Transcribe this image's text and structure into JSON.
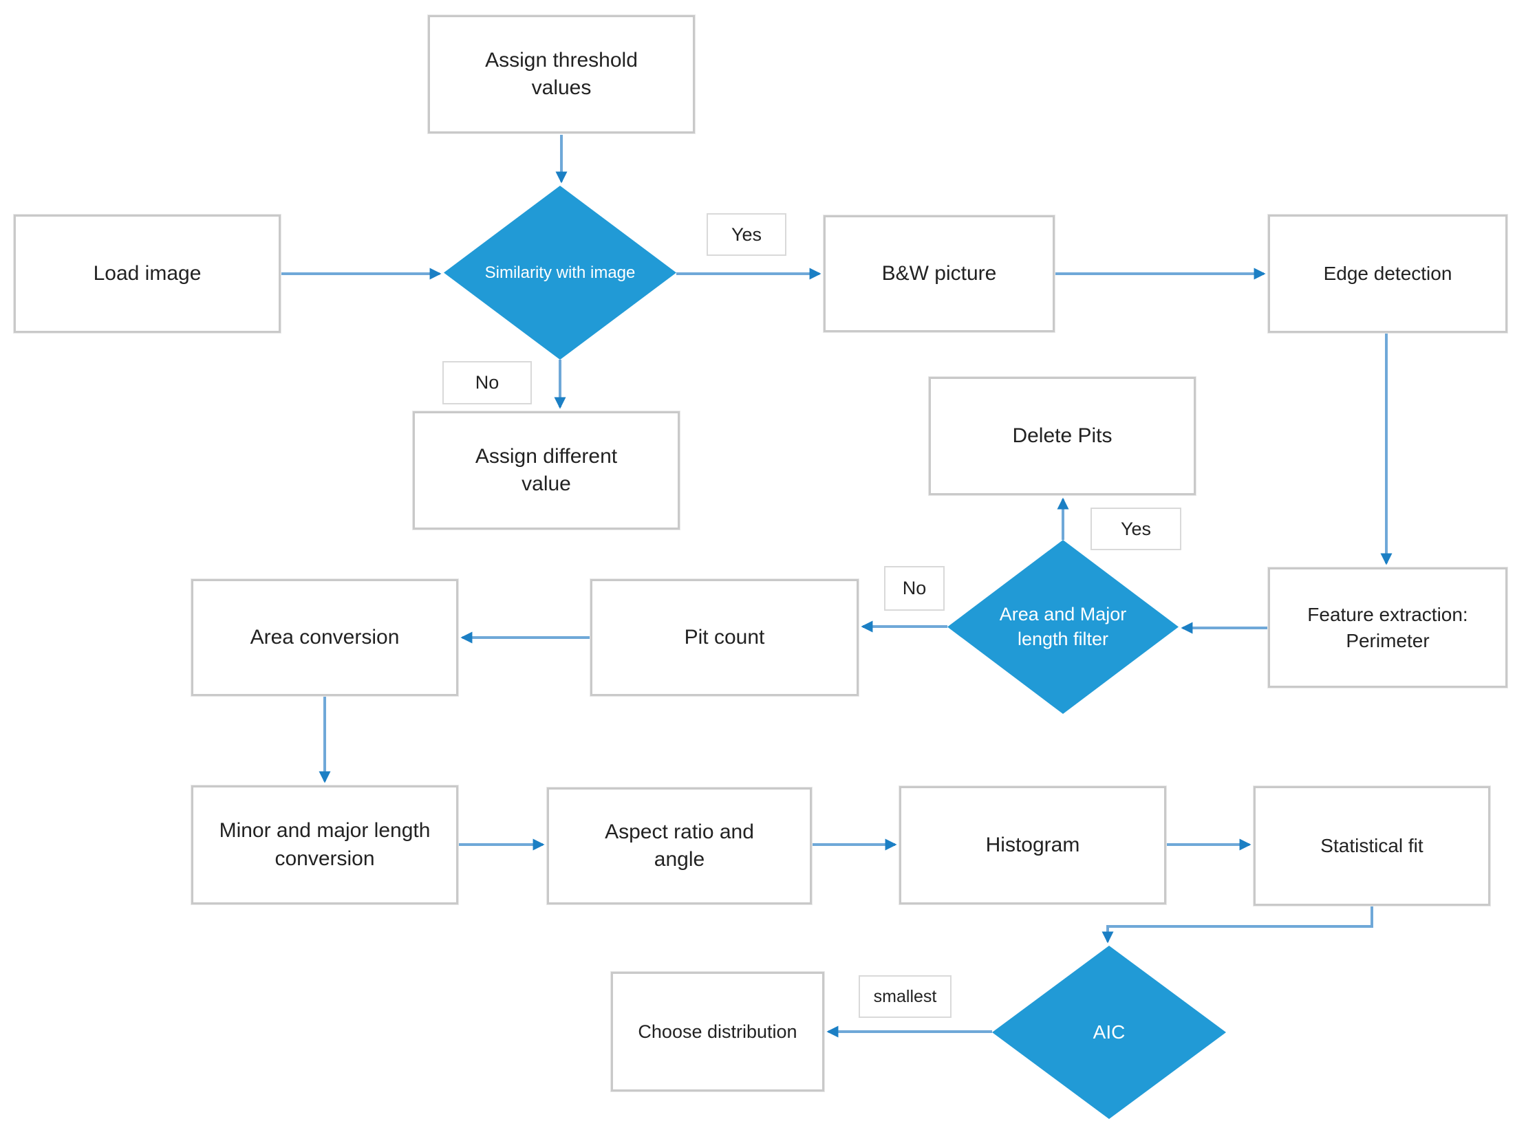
{
  "diagram": {
    "type": "flowchart",
    "colors": {
      "decision_fill": "#219AD6",
      "decision_text": "#FFFFFF",
      "connector_line": "#6FA8D8",
      "arrowhead": "#1B7FC4",
      "box_fill": "#FFFFFF",
      "box_border": "#C9C9C9",
      "box_text": "#222222"
    },
    "nodes": {
      "assign_threshold": {
        "label": "Assign threshold values",
        "shape": "rect"
      },
      "load_image": {
        "label": "Load image",
        "shape": "rect"
      },
      "similarity": {
        "label": "Similarity with image",
        "shape": "diamond"
      },
      "bw_picture": {
        "label": "B&W picture",
        "shape": "rect"
      },
      "edge_detection": {
        "label": "Edge detection",
        "shape": "rect"
      },
      "assign_different": {
        "label": "Assign different value",
        "shape": "rect"
      },
      "delete_pits": {
        "label": "Delete Pits",
        "shape": "rect"
      },
      "feature_extraction": {
        "label": "Feature extraction: Perimeter",
        "shape": "rect"
      },
      "area_major_filter": {
        "label": "Area and Major length filter",
        "shape": "diamond"
      },
      "pit_count": {
        "label": "Pit count",
        "shape": "rect"
      },
      "area_conversion": {
        "label": "Area conversion",
        "shape": "rect"
      },
      "minor_major": {
        "label": "Minor and major length conversion",
        "shape": "rect"
      },
      "aspect_ratio": {
        "label": "Aspect ratio and angle",
        "shape": "rect"
      },
      "histogram": {
        "label": "Histogram",
        "shape": "rect"
      },
      "statistical_fit": {
        "label": "Statistical fit",
        "shape": "rect"
      },
      "aic": {
        "label": "AIC",
        "shape": "diamond"
      },
      "choose_distribution": {
        "label": "Choose distribution",
        "shape": "rect"
      }
    },
    "edge_labels": {
      "yes_similarity": "Yes",
      "no_similarity": "No",
      "yes_filter": "Yes",
      "no_filter": "No",
      "smallest": "smallest"
    },
    "edges": [
      {
        "from": "assign_threshold",
        "to": "similarity",
        "label": ""
      },
      {
        "from": "load_image",
        "to": "similarity",
        "label": ""
      },
      {
        "from": "similarity",
        "to": "bw_picture",
        "label": "Yes"
      },
      {
        "from": "similarity",
        "to": "assign_different",
        "label": "No"
      },
      {
        "from": "bw_picture",
        "to": "edge_detection",
        "label": ""
      },
      {
        "from": "edge_detection",
        "to": "feature_extraction",
        "label": ""
      },
      {
        "from": "feature_extraction",
        "to": "area_major_filter",
        "label": ""
      },
      {
        "from": "area_major_filter",
        "to": "delete_pits",
        "label": "Yes"
      },
      {
        "from": "area_major_filter",
        "to": "pit_count",
        "label": "No"
      },
      {
        "from": "pit_count",
        "to": "area_conversion",
        "label": ""
      },
      {
        "from": "area_conversion",
        "to": "minor_major",
        "label": ""
      },
      {
        "from": "minor_major",
        "to": "aspect_ratio",
        "label": ""
      },
      {
        "from": "aspect_ratio",
        "to": "histogram",
        "label": ""
      },
      {
        "from": "histogram",
        "to": "statistical_fit",
        "label": ""
      },
      {
        "from": "statistical_fit",
        "to": "aic",
        "label": ""
      },
      {
        "from": "aic",
        "to": "choose_distribution",
        "label": "smallest"
      }
    ]
  }
}
